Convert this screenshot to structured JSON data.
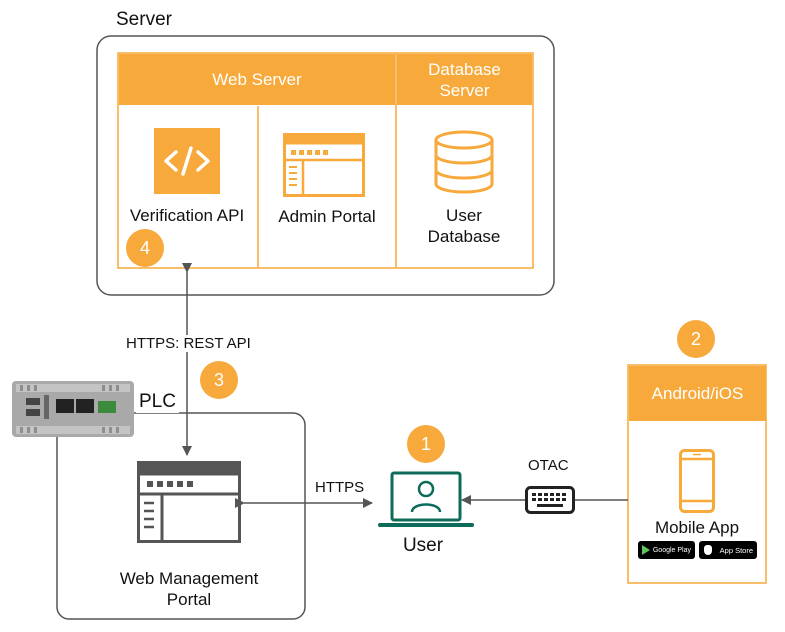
{
  "server": {
    "title": "Server",
    "web_server_header": "Web Server",
    "database_server_header": "Database Server",
    "verification_api_label": "Verification API",
    "admin_portal_label": "Admin Portal",
    "user_database_label": "User Database"
  },
  "plc": {
    "title": "PLC",
    "web_management_portal_label": "Web Management Portal"
  },
  "user": {
    "label": "User"
  },
  "mobile": {
    "header": "Android/iOS",
    "app_label": "Mobile App",
    "google_play": "Google Play",
    "app_store": "App Store"
  },
  "connections": {
    "https_rest_api": "HTTPS: REST API",
    "https": "HTTPS",
    "otac": "OTAC"
  },
  "steps": [
    "1",
    "2",
    "3",
    "4"
  ],
  "colors": {
    "accent": "#f7a93b",
    "border": "#555555",
    "user_icon": "#0e6b5a"
  }
}
